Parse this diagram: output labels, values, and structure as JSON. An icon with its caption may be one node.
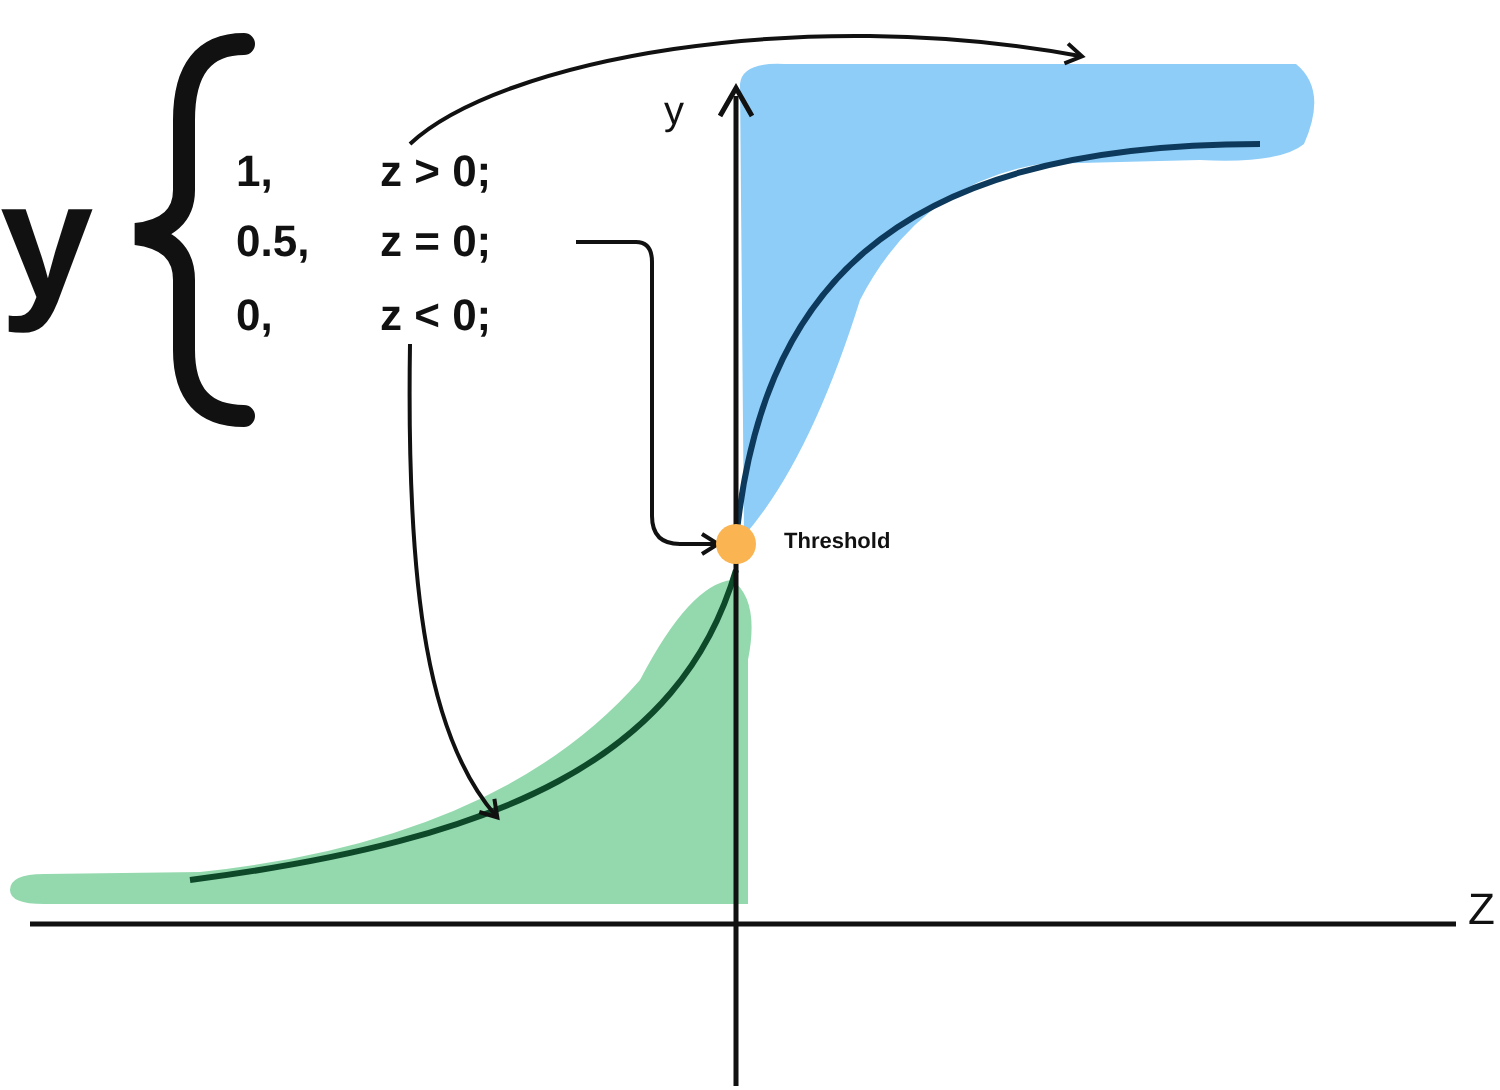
{
  "diagram": {
    "nodes": [
      {
        "text": [
          "1,",
          "z > 0;"
        ]
      },
      {
        "text": [
          "0.5,",
          "z = 0;"
        ]
      },
      {
        "text": [
          "0,",
          "z < 0;"
        ]
      },
      {
        "text": [],
        "shape": "blob"
      },
      {
        "text": [],
        "shape": "circle"
      },
      {
        "text": [],
        "shape": "blob"
      }
    ],
    "edges": [
      {
        "from": 0,
        "to": 3,
        "arrow": "to"
      },
      {
        "from": 1,
        "to": 4,
        "arrow": "to"
      },
      {
        "from": 2,
        "to": 5,
        "arrow": "to"
      }
    ],
    "labels": [
      "y",
      "y",
      "Threshold",
      "Z"
    ]
  }
}
